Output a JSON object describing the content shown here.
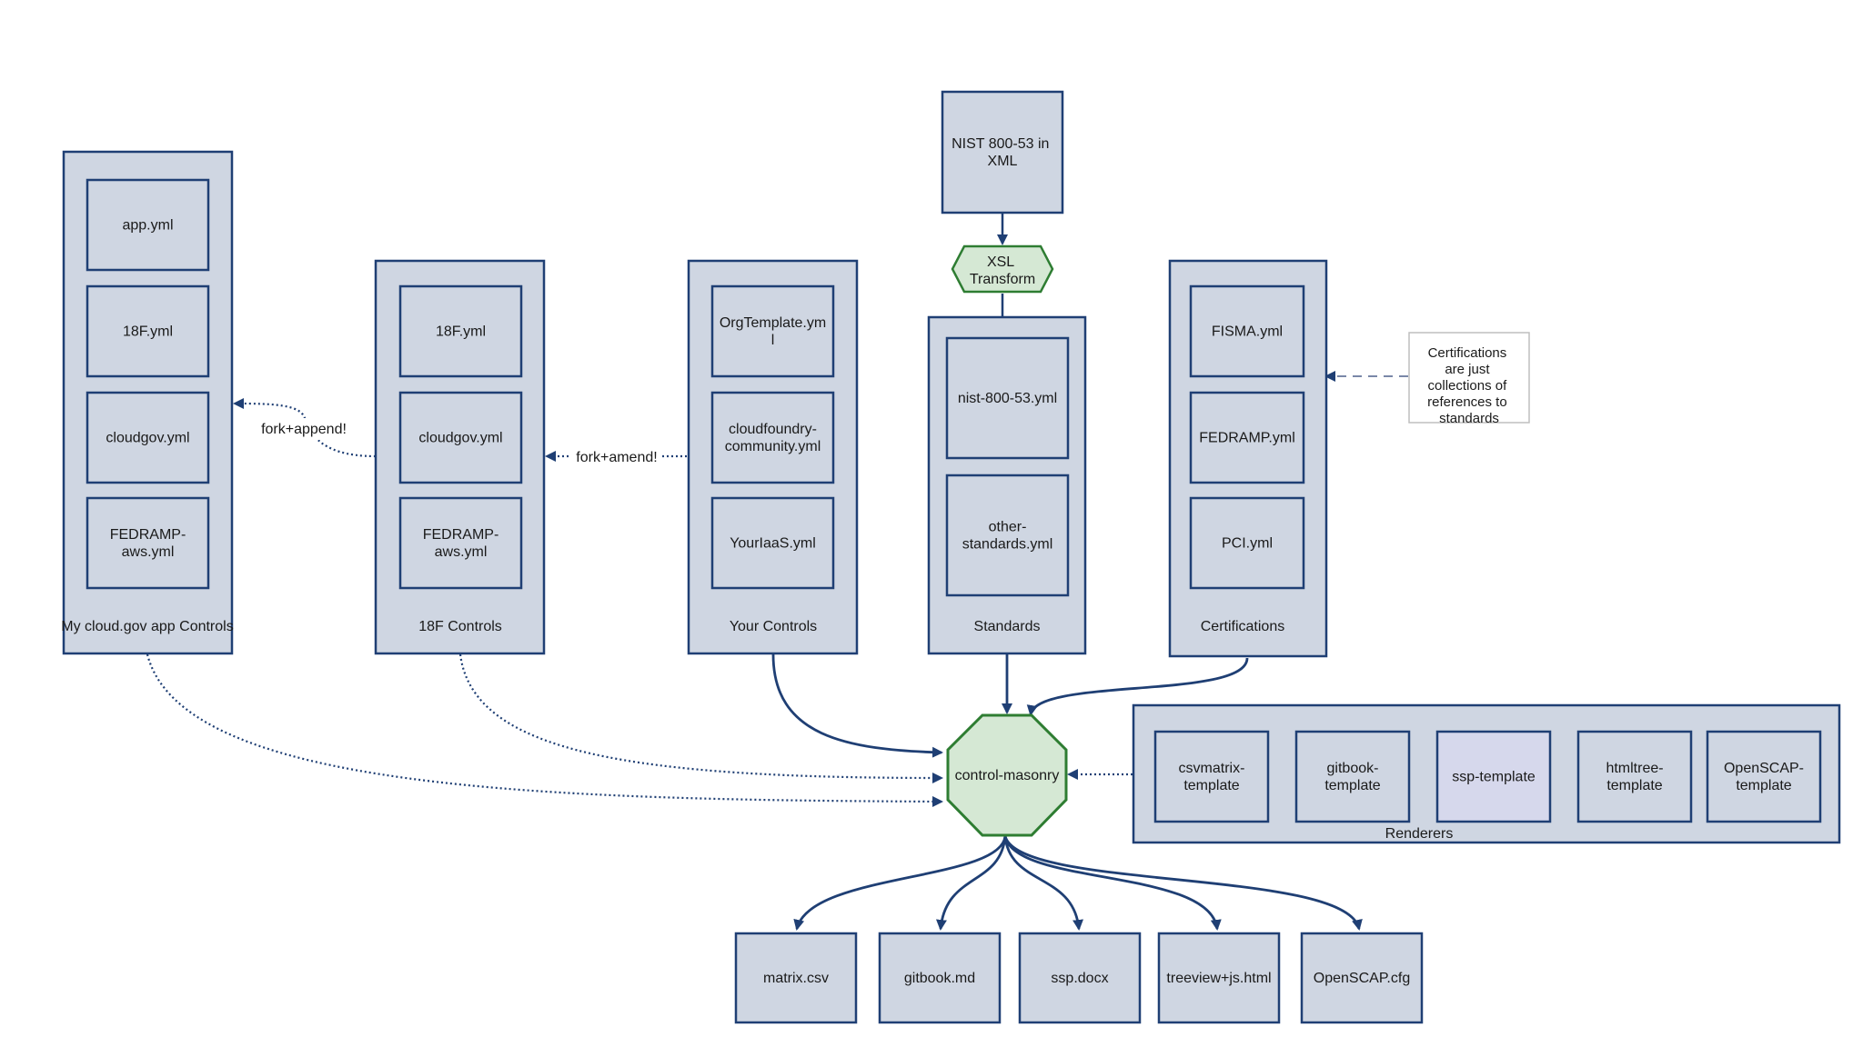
{
  "colors": {
    "box_fill": "#cfd6e2",
    "box_stroke": "#1f3f74",
    "octagon_fill": "#d5e8d4",
    "octagon_stroke": "#2e7d32",
    "note_stroke": "#bfbfbf",
    "renderer_highlight": "#d6d8ec"
  },
  "groups": {
    "my_controls": {
      "label": "My cloud.gov app Controls",
      "items": [
        "app.yml",
        "18F.yml",
        "cloudgov.yml",
        [
          "FEDRAMP-",
          "aws.yml"
        ]
      ]
    },
    "f18_controls": {
      "label": "18F Controls",
      "items": [
        "18F.yml",
        "cloudgov.yml",
        [
          "FEDRAMP-",
          "aws.yml"
        ]
      ]
    },
    "your_controls": {
      "label": "Your Controls",
      "items": [
        [
          "OrgTemplate.ym",
          "l"
        ],
        [
          "cloudfoundry-",
          "community.yml"
        ],
        "YourIaaS.yml"
      ]
    },
    "standards": {
      "label": "Standards",
      "items": [
        "nist-800-53.yml",
        [
          "other-",
          "standards.yml"
        ]
      ]
    },
    "certifications": {
      "label": "Certifications",
      "items": [
        "FISMA.yml",
        "FEDRAMP.yml",
        "PCI.yml"
      ]
    },
    "renderers": {
      "label": "Renderers",
      "items": [
        [
          "csvmatrix-",
          "template"
        ],
        [
          "gitbook-",
          "template"
        ],
        "ssp-template",
        [
          "htmltree-",
          "template"
        ],
        [
          "OpenSCAP-",
          "template"
        ]
      ]
    }
  },
  "nist_source": [
    "NIST 800-53 in",
    "XML"
  ],
  "xsl_transform": [
    "XSL",
    "Transform"
  ],
  "control_masonry": "control-masonry",
  "certifications_note": [
    "Certifications",
    "are just",
    "collections of",
    "references to",
    "standards"
  ],
  "edge_labels": {
    "fork_append": "fork+append!",
    "fork_amend": "fork+amend!"
  },
  "outputs": [
    "matrix.csv",
    "gitbook.md",
    "ssp.docx",
    "treeview+js.html",
    "OpenSCAP.cfg"
  ]
}
